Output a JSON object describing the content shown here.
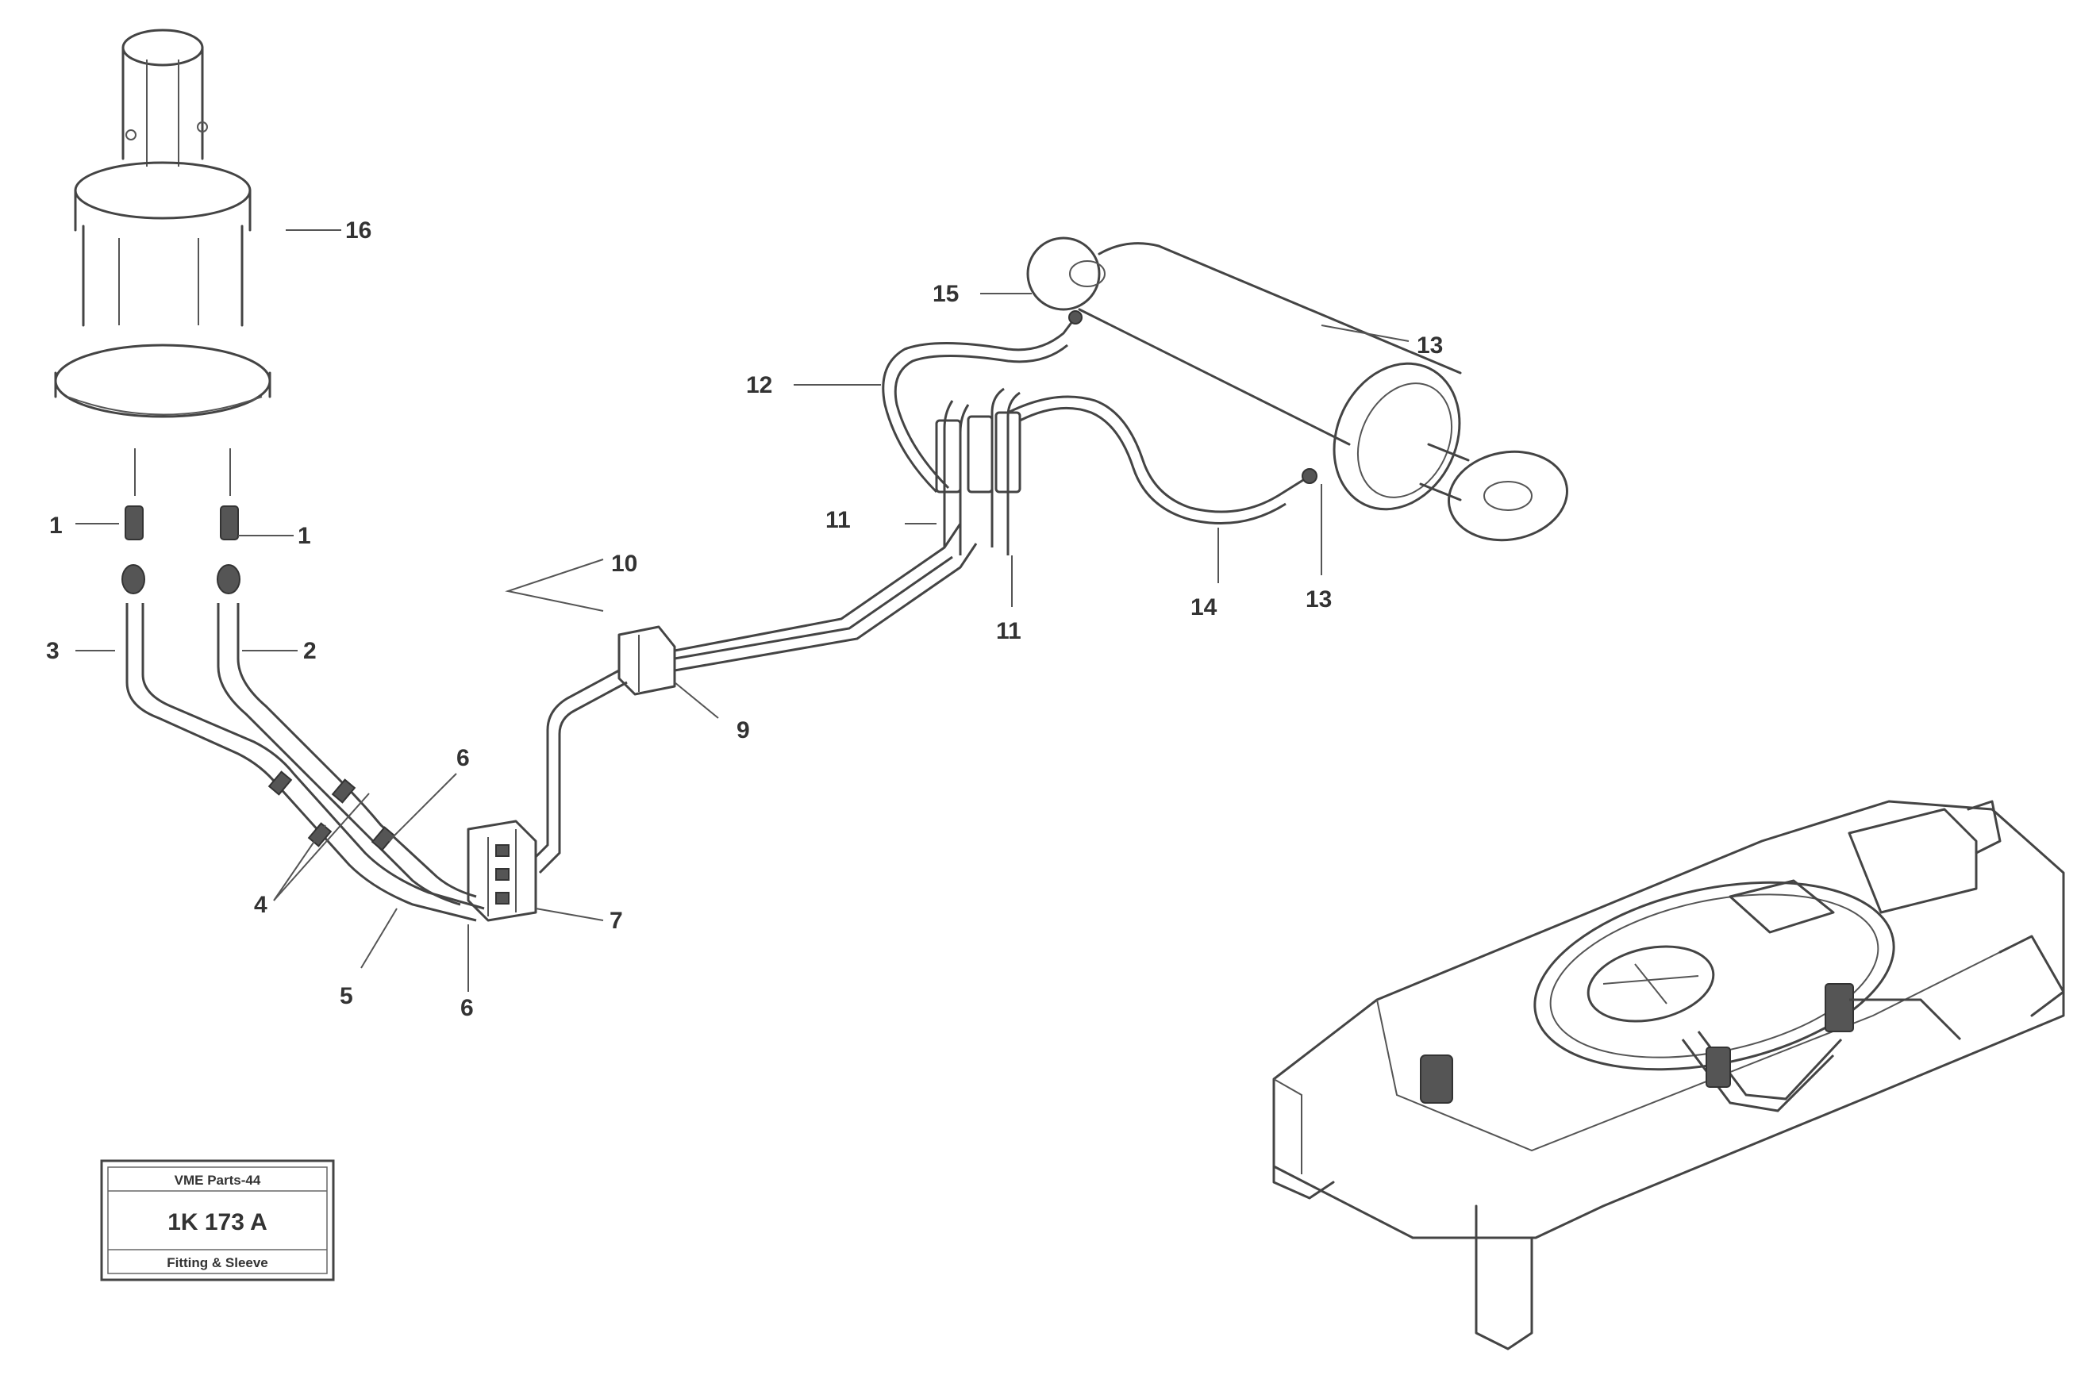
{
  "callouts": [
    {
      "id": "c1",
      "text": "1"
    },
    {
      "id": "c1b",
      "text": "1"
    },
    {
      "id": "c2",
      "text": "2"
    },
    {
      "id": "c3",
      "text": "3"
    },
    {
      "id": "c4",
      "text": "4"
    },
    {
      "id": "c5",
      "text": "5"
    },
    {
      "id": "c6",
      "text": "6"
    },
    {
      "id": "c6b",
      "text": "6"
    },
    {
      "id": "c7",
      "text": "7"
    },
    {
      "id": "c9",
      "text": "9"
    },
    {
      "id": "c10",
      "text": "10"
    },
    {
      "id": "c11a",
      "text": "11"
    },
    {
      "id": "c11b",
      "text": "11"
    },
    {
      "id": "c12",
      "text": "12"
    },
    {
      "id": "c13a",
      "text": "13"
    },
    {
      "id": "c13b",
      "text": "13"
    },
    {
      "id": "c14",
      "text": "14"
    },
    {
      "id": "c15",
      "text": "15"
    },
    {
      "id": "c16",
      "text": "16"
    }
  ],
  "reference_box": {
    "top_line": "VME Parts-44",
    "code": "1K 173 A",
    "bottom_line": "Fitting & Sleeve"
  }
}
